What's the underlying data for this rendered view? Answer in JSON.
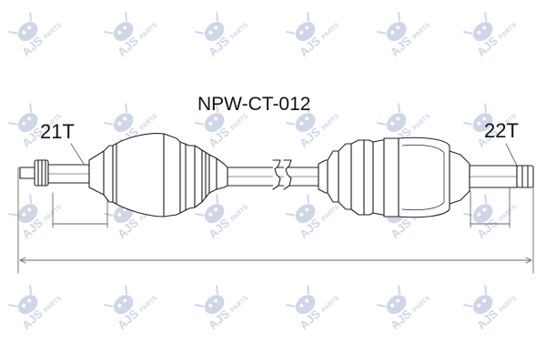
{
  "diagram": {
    "part_number": "NPW-CT-012",
    "left_end": {
      "spline_label": "21T"
    },
    "right_end": {
      "spline_label": "22T"
    }
  },
  "watermark": {
    "brand": "AJS",
    "suffix": "PARTS",
    "icon": "bee-mascot-icon",
    "color": "#cfd6e8"
  },
  "colors": {
    "line": "#222222",
    "dimension": "#666666"
  }
}
